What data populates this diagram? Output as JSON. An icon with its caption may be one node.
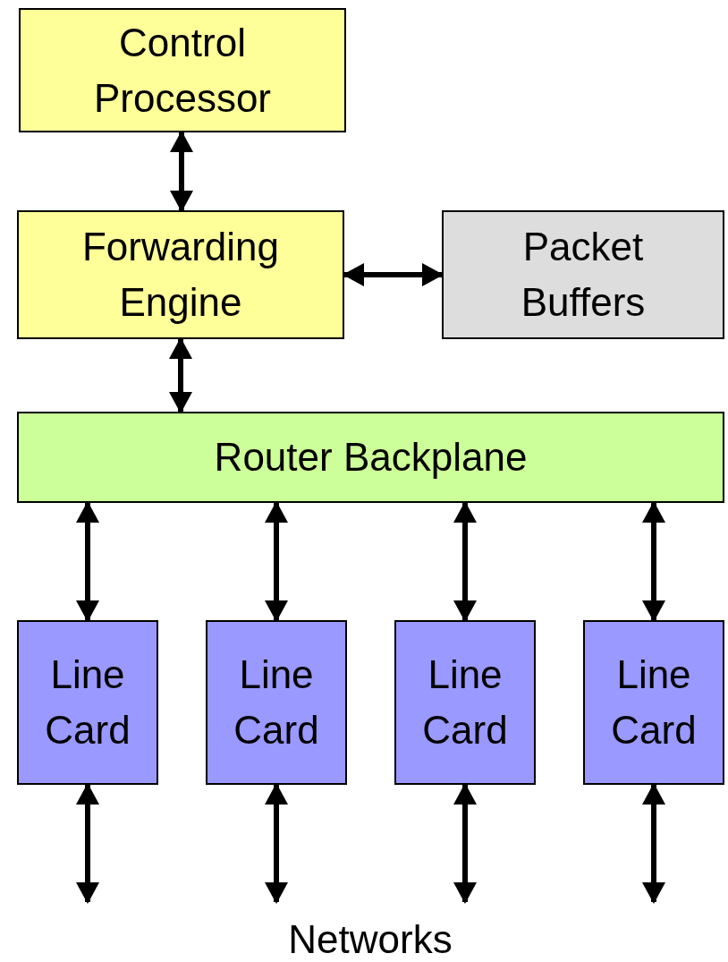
{
  "diagram": {
    "nodes": [
      {
        "text": [
          "Control Processor"
        ]
      },
      {
        "text": [
          "Forwarding Engine"
        ]
      },
      {
        "text": [
          "Packet Buffers"
        ]
      },
      {
        "text": [
          "Router Backplane"
        ]
      },
      {
        "text": [
          "Line Card"
        ]
      },
      {
        "text": [
          "Line Card"
        ]
      },
      {
        "text": [
          "Line Card"
        ]
      },
      {
        "text": [
          "Line Card"
        ]
      }
    ],
    "edges": [
      {
        "from": 0,
        "to": 1,
        "arrow": "both"
      },
      {
        "from": 1,
        "to": 2,
        "arrow": "both"
      },
      {
        "from": 1,
        "to": 3,
        "arrow": "both"
      },
      {
        "from": 3,
        "to": 4,
        "arrow": "both"
      },
      {
        "from": 3,
        "to": 5,
        "arrow": "both"
      },
      {
        "from": 3,
        "to": 6,
        "arrow": "both"
      },
      {
        "from": 3,
        "to": 7,
        "arrow": "both"
      },
      {
        "from": 4,
        "to": null,
        "arrow": "both"
      },
      {
        "from": 5,
        "to": null,
        "arrow": "both"
      },
      {
        "from": 6,
        "to": null,
        "arrow": "both"
      },
      {
        "from": 7,
        "to": null,
        "arrow": "both"
      }
    ],
    "labels": [
      "Networks"
    ]
  }
}
